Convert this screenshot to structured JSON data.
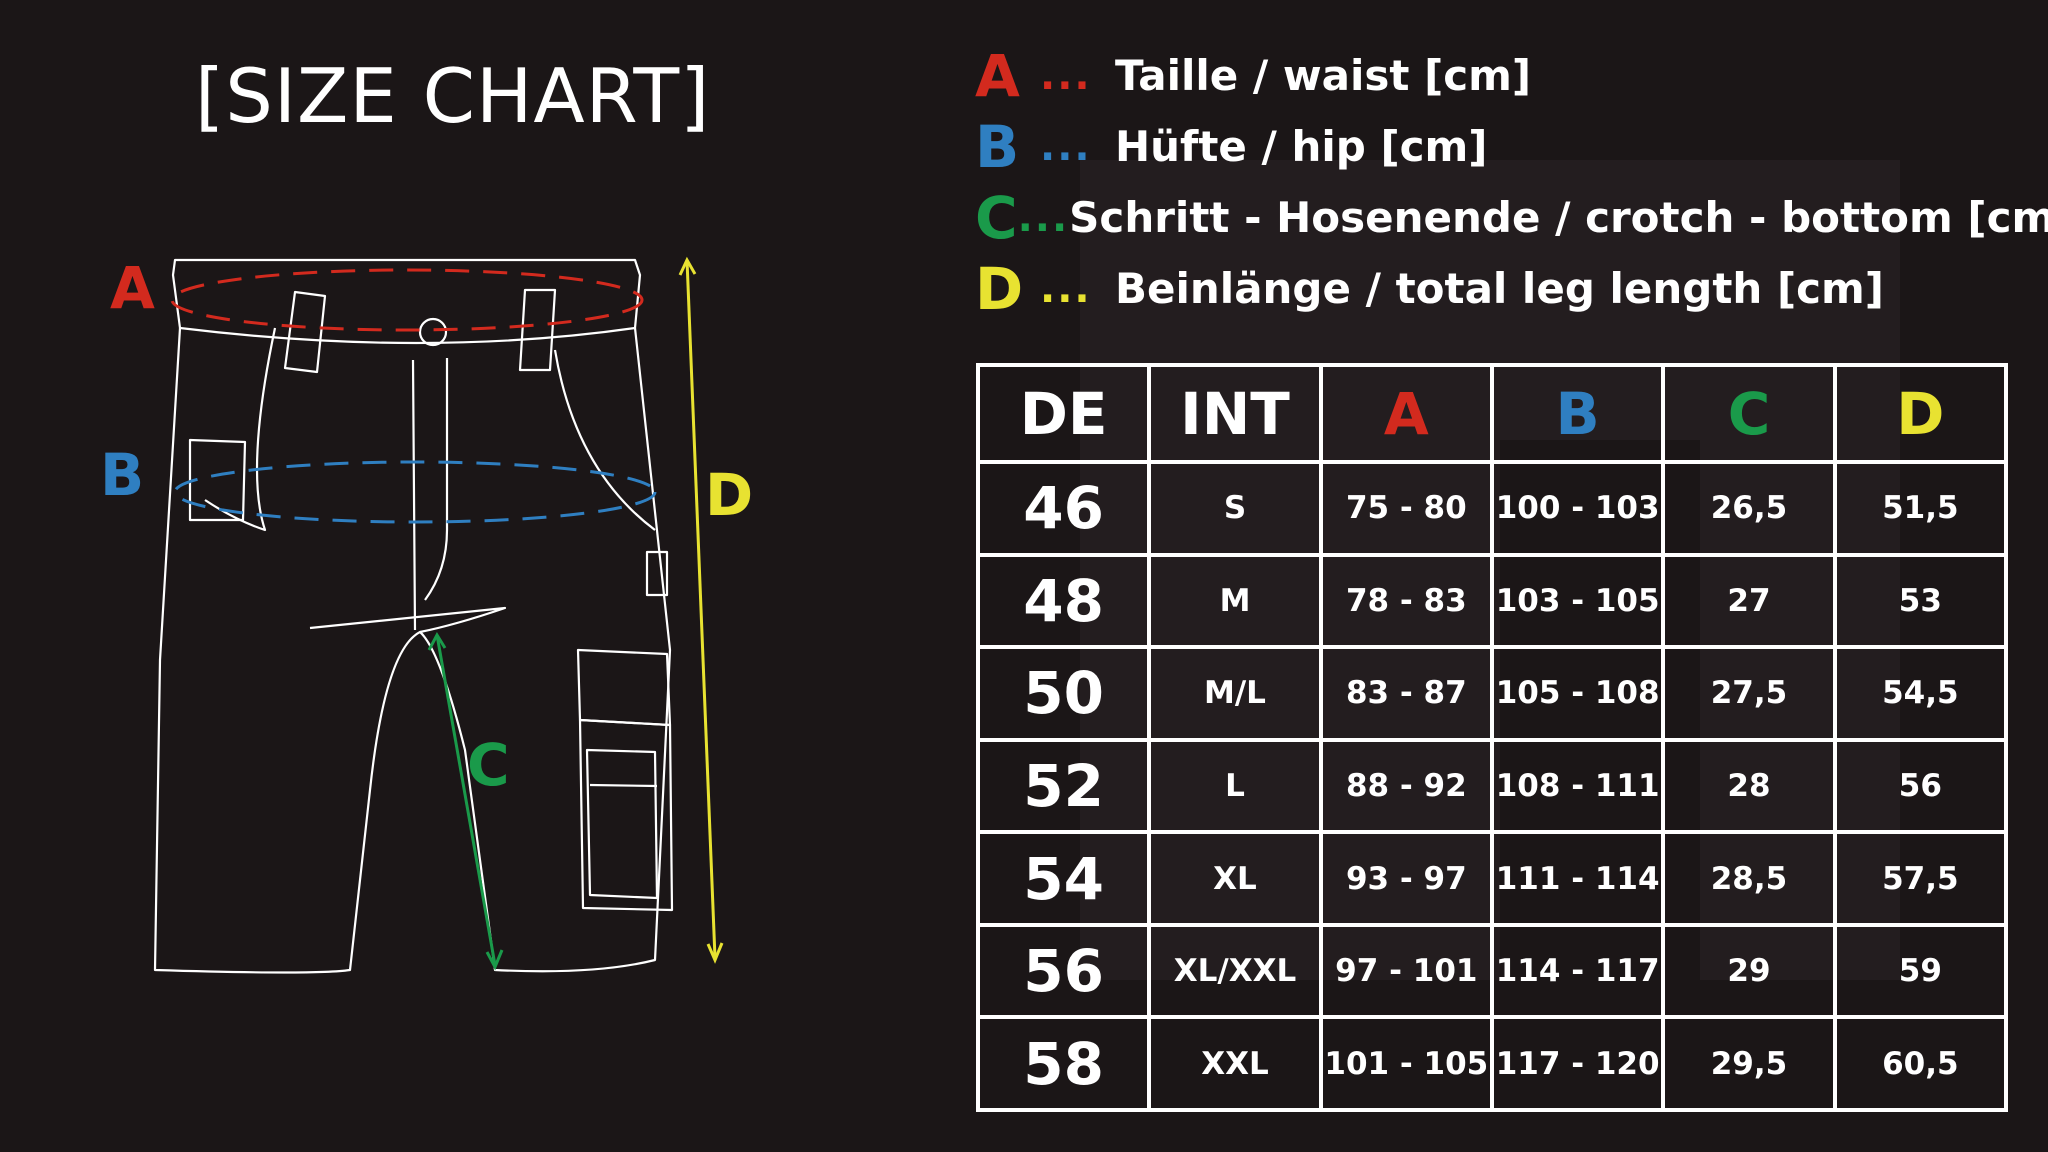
{
  "title": "[SIZE CHART]",
  "colors": {
    "background": "#1b1617",
    "A": "#d32a1e",
    "B": "#2f7fc1",
    "C": "#1a9a4a",
    "D": "#e8e231",
    "line": "#ffffff"
  },
  "diagram": {
    "label_a": "A",
    "label_b": "B",
    "label_c": "C",
    "label_d": "D"
  },
  "legend": [
    {
      "letter": "A",
      "dots": "...",
      "text": "Taille / waist [cm]"
    },
    {
      "letter": "B",
      "dots": "...",
      "text": "Hüfte / hip [cm]"
    },
    {
      "letter": "C",
      "dots": "...",
      "text": "Schritt - Hosenende / crotch - bottom [cm]"
    },
    {
      "letter": "D",
      "dots": "...",
      "text": "Beinlänge / total leg length [cm]"
    }
  ],
  "table": {
    "headers": [
      "DE",
      "INT",
      "A",
      "B",
      "C",
      "D"
    ],
    "rows": [
      [
        "46",
        "S",
        "75 - 80",
        "100 - 103",
        "26,5",
        "51,5"
      ],
      [
        "48",
        "M",
        "78 - 83",
        "103 - 105",
        "27",
        "53"
      ],
      [
        "50",
        "M/L",
        "83 - 87",
        "105 - 108",
        "27,5",
        "54,5"
      ],
      [
        "52",
        "L",
        "88 - 92",
        "108 - 111",
        "28",
        "56"
      ],
      [
        "54",
        "XL",
        "93 -  97",
        "111 - 114",
        "28,5",
        "57,5"
      ],
      [
        "56",
        "XL/XXL",
        "97 - 101",
        "114 - 117",
        "29",
        "59"
      ],
      [
        "58",
        "XXL",
        "101 - 105",
        "117 - 120",
        "29,5",
        "60,5"
      ]
    ]
  }
}
